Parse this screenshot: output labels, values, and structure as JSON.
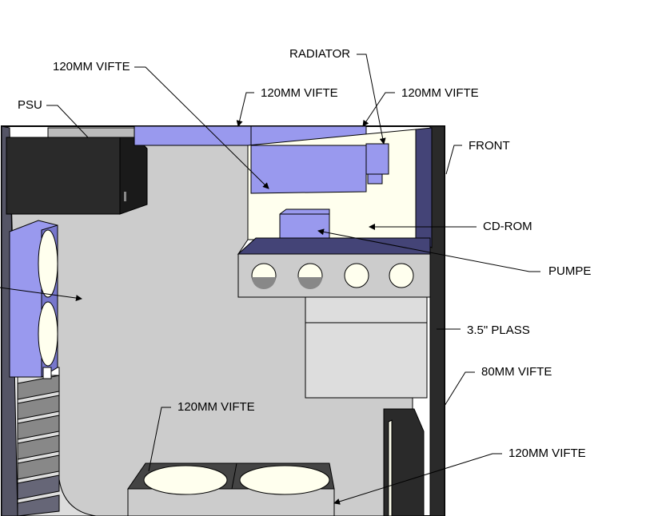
{
  "labels": {
    "fan_120_top_left": "120MM VIFTE",
    "radiator": "RADIATOR",
    "psu": "PSU",
    "fan_120_top": "120MM VIFTE",
    "fan_120_top_right": "120MM VIFTE",
    "front": "FRONT",
    "cdrom": "CD-ROM",
    "pump": "PUMPE",
    "bay_35": "3.5\" PLASS",
    "fan_80": "80MM VIFTE",
    "fan_120_bottom": "120MM VIFTE",
    "fan_120_bottom_right": "120MM VIFTE"
  },
  "colors": {
    "fan_blue": "#9999ee",
    "panel_grey": "#cccccc",
    "dark": "#2a2a2a",
    "cream": "#ffffee"
  }
}
